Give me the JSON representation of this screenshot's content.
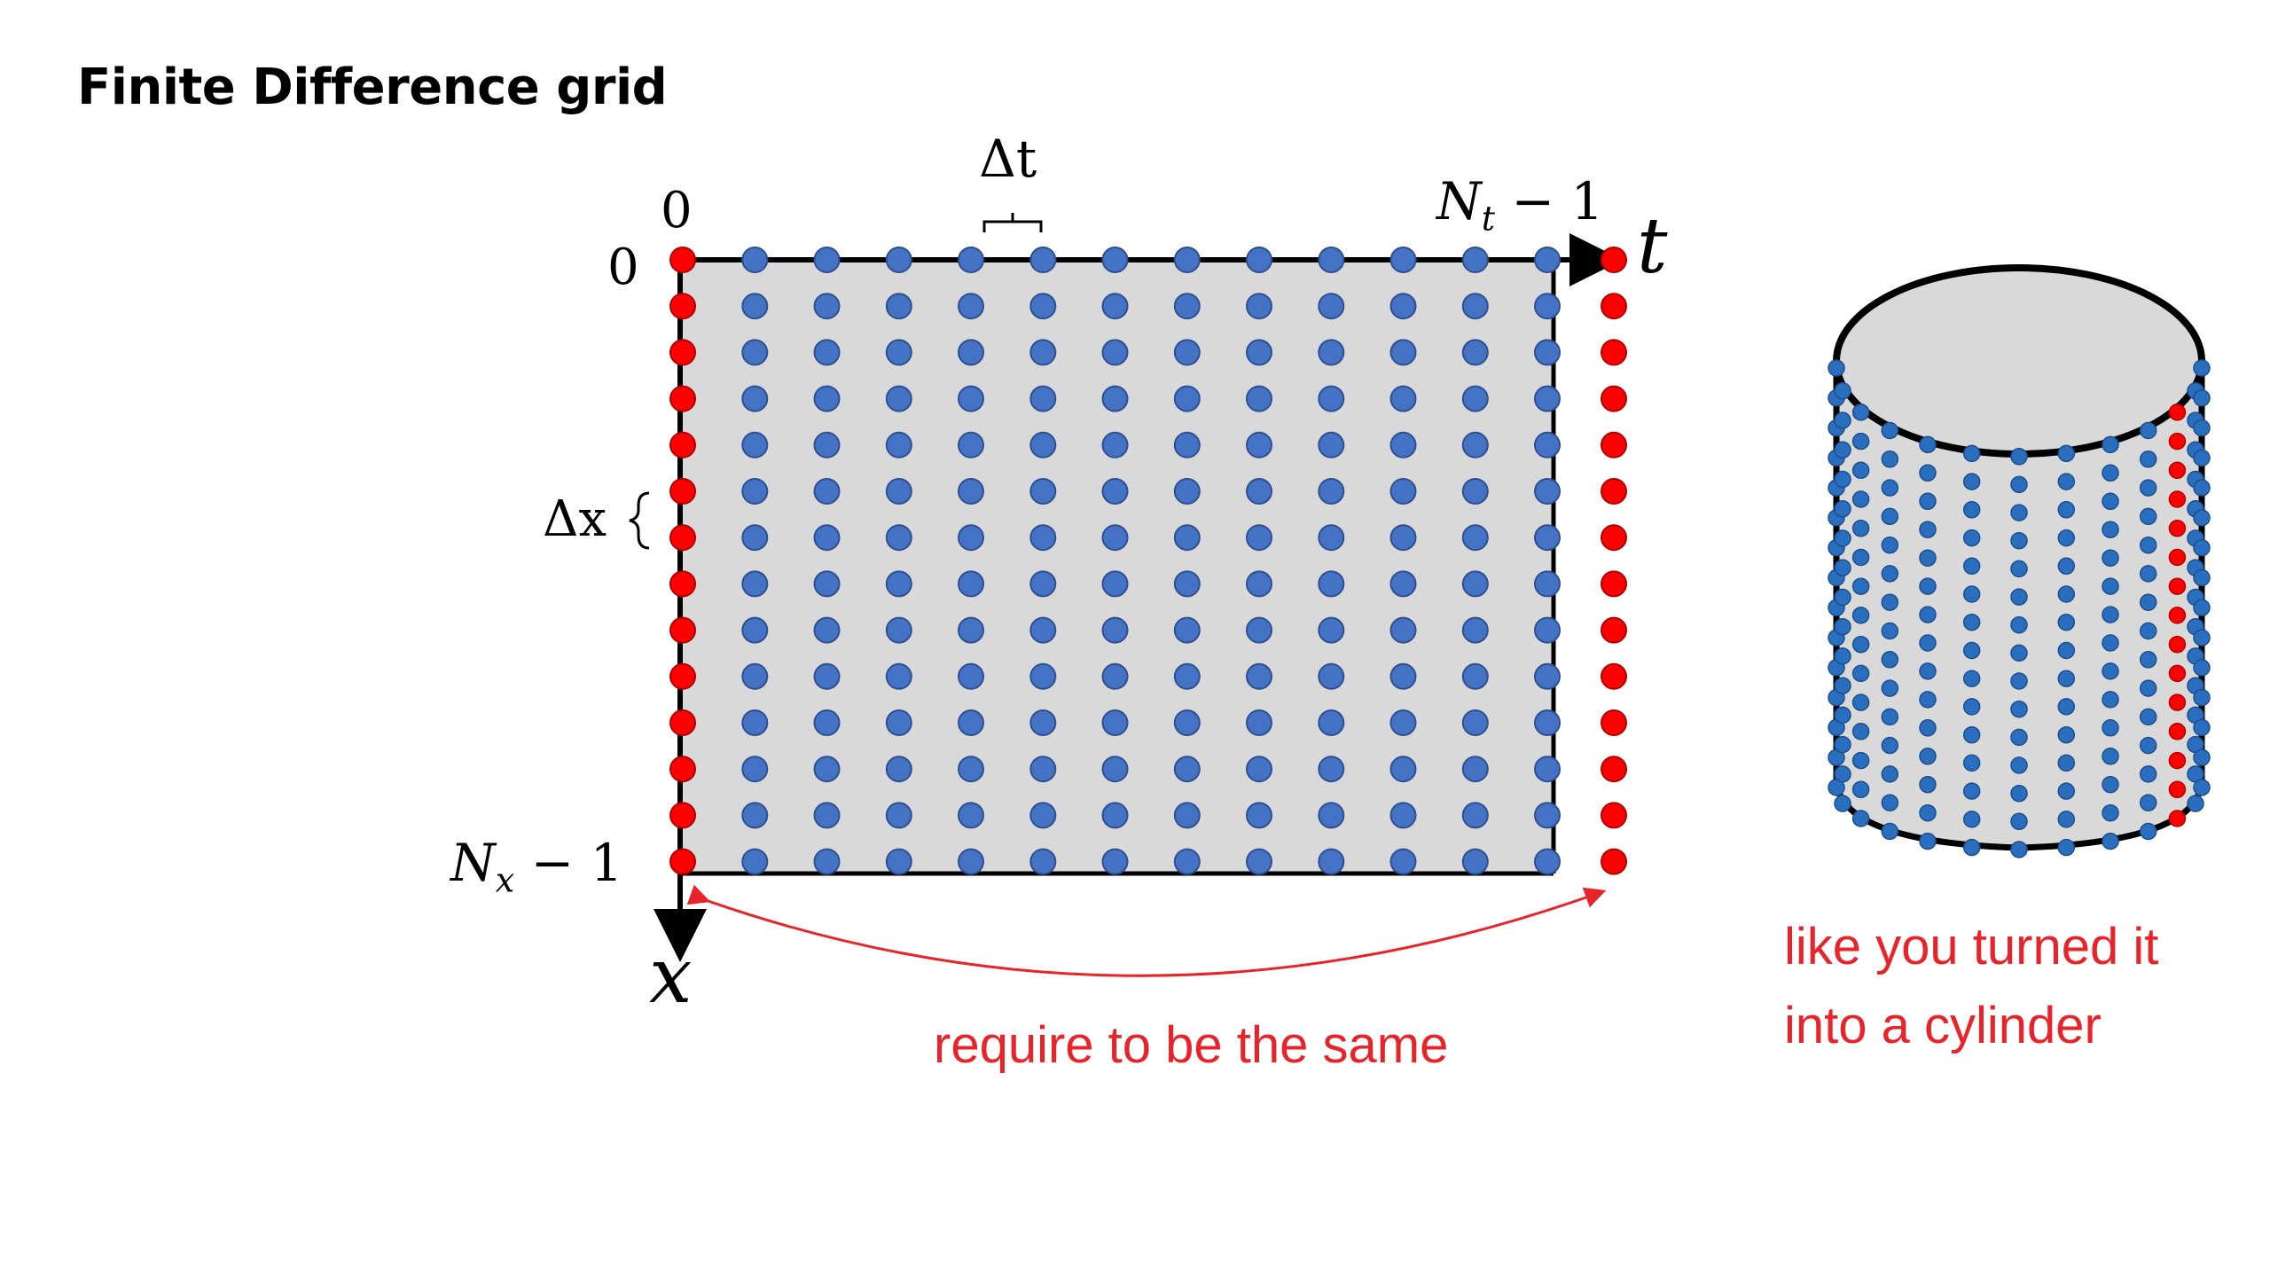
{
  "title": "Finite Difference grid",
  "labels": {
    "delta_t": "Δt",
    "delta_x": "Δx",
    "t_start": "0",
    "x_start": "0",
    "nt_main": "N",
    "nt_sub": "t",
    "nt_tail": " − 1",
    "nx_main": "N",
    "nx_sub": "x",
    "nx_tail": " − 1",
    "t_axis": "t",
    "x_axis": "x"
  },
  "notes": {
    "same": "require to be the same",
    "cylinder_line1": "like you turned it",
    "cylinder_line2": "into a cylinder"
  },
  "grid": {
    "columns": 13,
    "rows": 14,
    "boundary_color": "#ff0000",
    "interior_color": "#4472c4",
    "background_color": "#d9d9d9"
  },
  "colors": {
    "accent": "#e8242a",
    "dot_outline": "#2f4f8f"
  }
}
